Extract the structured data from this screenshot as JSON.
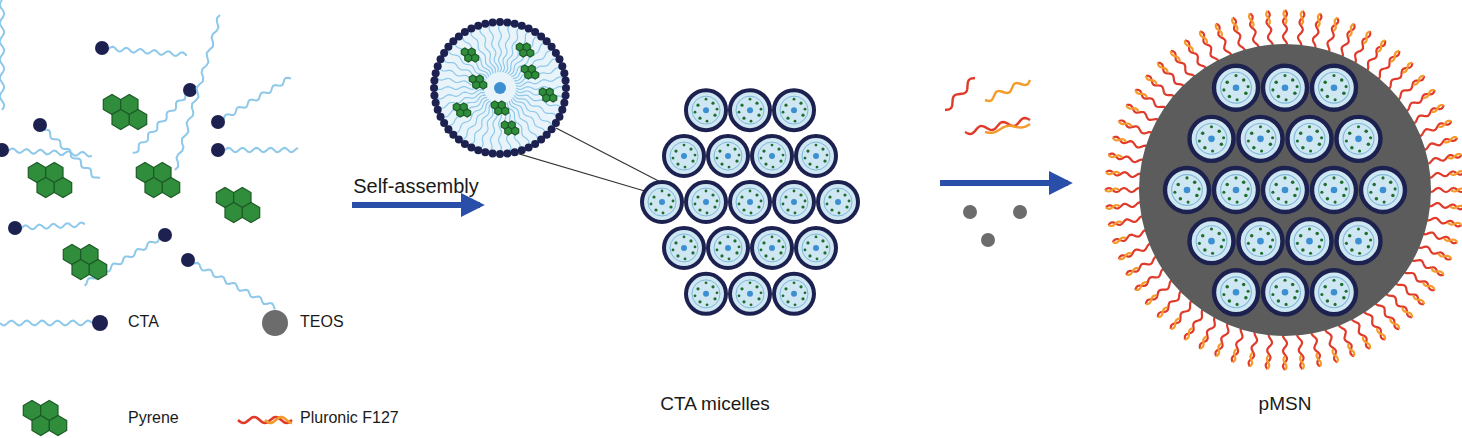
{
  "diagram": {
    "labels": [
      "Self-assembly",
      "CTA micelles",
      "pMSN"
    ],
    "legend": [
      {
        "text": "CTA"
      },
      {
        "text": "TEOS",
        "color": "#6b6c6b"
      },
      {
        "text": "Pyrene"
      },
      {
        "text": "Pluronic F127"
      }
    ]
  }
}
